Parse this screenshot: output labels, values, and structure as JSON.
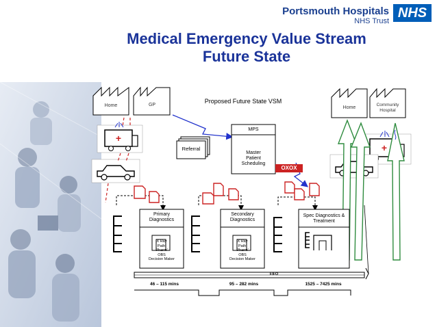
{
  "header": {
    "org_name": "Portsmouth Hospitals",
    "org_sub": "NHS Trust",
    "logo": "NHS"
  },
  "title": {
    "line1": "Medical Emergency Value Stream",
    "line2": "Future State"
  },
  "diagram": {
    "caption": "Proposed Future State VSM",
    "left_suppliers": [
      "Home",
      "GP"
    ],
    "right_customers": [
      "Home",
      "Community Hospital"
    ],
    "mps": {
      "title": "MPS",
      "body": [
        "Master",
        "Patient",
        "Scheduling"
      ]
    },
    "referral": "Referral",
    "oxox": "OXOX",
    "processes": [
      {
        "title": [
          "Primary",
          "Diagnostics"
        ],
        "info": [
          "X Ray",
          "Path'",
          "Pharm'",
          "OBS",
          "Decision Maker"
        ]
      },
      {
        "title": [
          "Secondary",
          "Diagnostics"
        ],
        "info": [
          "X Ray",
          "Path'",
          "Pharm'",
          "OBS",
          "Decision Maker"
        ]
      },
      {
        "title": [
          "Spec Diagnostics &",
          "Treatment"
        ],
        "info": []
      }
    ],
    "fifo": "FIFO",
    "timeline": [
      "46 – 115 mins",
      "95 – 282 mins",
      "1525 – 7425 mins"
    ],
    "colors": {
      "accent_blue": "#1a3399",
      "arrow_blue": "#2233cc",
      "green": "#2e8b3e",
      "red": "#cc2222",
      "oxox_bg": "#cc2222"
    }
  }
}
